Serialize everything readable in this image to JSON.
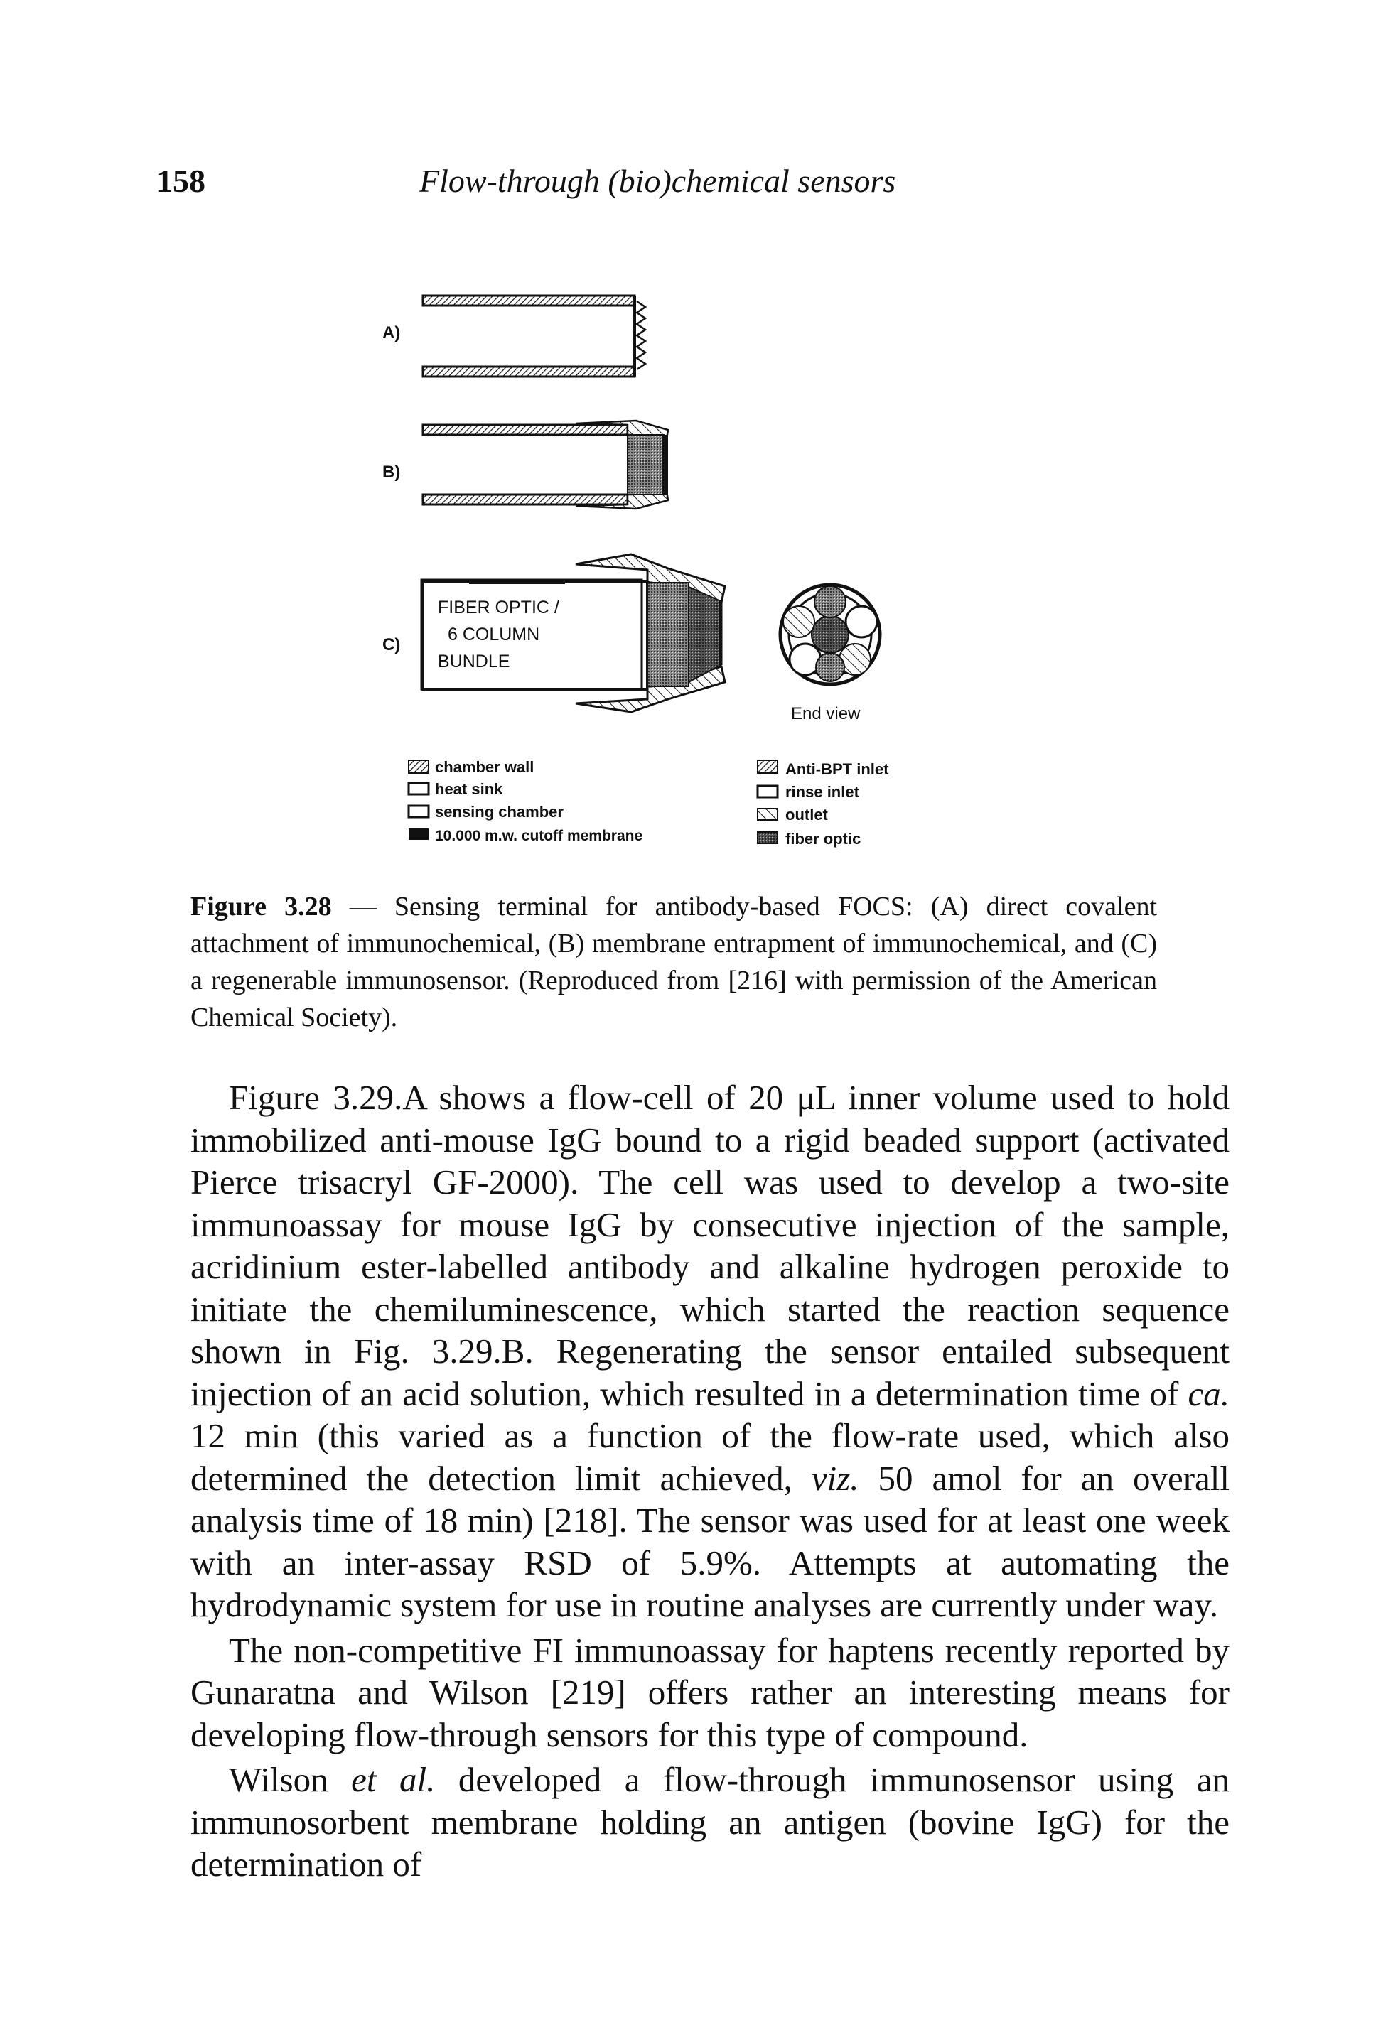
{
  "header": {
    "page_number": "158",
    "running_title": "Flow-through (bio)chemical sensors"
  },
  "figure": {
    "panel_labels": [
      "A)",
      "B)",
      "C)"
    ],
    "box_lines": [
      "FIBER OPTIC /",
      "6 COLUMN",
      "BUNDLE"
    ],
    "end_view_label": "End view",
    "legend": [
      {
        "label": "chamber wall"
      },
      {
        "label": "heat sink"
      },
      {
        "label": "sensing chamber"
      },
      {
        "label": "10.000 m.w. cutoff membrane"
      },
      {
        "label": "Anti-BPT inlet"
      },
      {
        "label": "rinse inlet"
      },
      {
        "label": "outlet"
      },
      {
        "label": "fiber optic"
      }
    ]
  },
  "caption": {
    "label": "Figure 3.28",
    "text": " — Sensing terminal for antibody-based FOCS: (A) direct covalent attachment of immunochemical, (B) membrane entrapment of immunochemical, and (C) a regenerable immunosensor. (Reproduced from [216] with permission of the American Chemical Society)."
  },
  "body": {
    "p1": "Figure 3.29.A shows a flow-cell of 20 μL inner volume used to hold immobilized anti-mouse IgG bound to a rigid beaded support (activated Pierce trisacryl GF-2000). The cell was used to develop a two-site immunoassay for mouse IgG by consecutive injection of the sample, acridinium ester-labelled antibody and alkaline hydrogen peroxide to initiate the chemiluminescence, which started the reaction sequence shown in Fig. 3.29.B. Regenerating the sensor entailed subsequent injection of an acid solution, which resulted in a determination time of ",
    "p1_italic_1": "ca.",
    "p1_mid": " 12 min (this varied as a function of the flow-rate used, which also determined the detection limit achieved, ",
    "p1_italic_2": "viz.",
    "p1_end": " 50 amol for an overall analysis time of 18 min) [218]. The sensor was used for at least one week with an inter-assay RSD of 5.9%. Attempts at automating the hydrodynamic system for use in routine analyses are currently under way.",
    "p2": "The non-competitive FI immunoassay for haptens recently reported by Gunaratna and Wilson [219] offers rather an interesting means for developing flow-through sensors for this type of compound.",
    "p3_start": "Wilson ",
    "p3_italic": "et al.",
    "p3_end": " developed a flow-through immunosensor using an immunosorbent membrane holding an antigen (bovine IgG) for the determination of"
  }
}
